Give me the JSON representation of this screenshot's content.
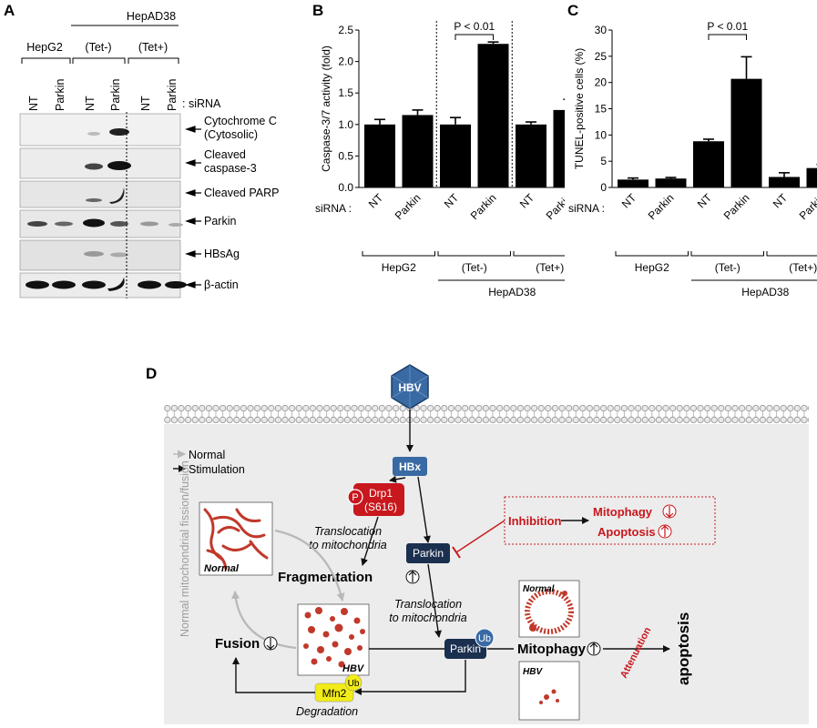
{
  "panels": {
    "a": "A",
    "b": "B",
    "c": "C",
    "d": "D"
  },
  "blot": {
    "cell_line": "HepG2",
    "cell_line_2": "HepAD38",
    "tet_minus": "(Tet-)",
    "tet_plus": "(Tet+)",
    "lanes": [
      "NT",
      "Parkin",
      "NT",
      "Parkin",
      "NT",
      "Parkin"
    ],
    "sirna_label": ": siRNA",
    "bands": [
      {
        "label": "Cytochrome C",
        "label2": "(Cytosolic)"
      },
      {
        "label": "Cleaved",
        "label2": "caspase-3"
      },
      {
        "label": "Cleaved PARP",
        "label2": ""
      },
      {
        "label": "Parkin",
        "label2": ""
      },
      {
        "label": "HBsAg",
        "label2": ""
      },
      {
        "label": "β-actin",
        "label2": ""
      }
    ]
  },
  "chart_data": [
    {
      "type": "bar",
      "ylabel": "Caspase-3/7 activity (fold)",
      "ylim": [
        0,
        2.5
      ],
      "yticks": [
        "0.0",
        "0.5",
        "1.0",
        "1.5",
        "2.0",
        "2.5"
      ],
      "categories": [
        "NT",
        "Parkin",
        "NT",
        "Parkin",
        "NT",
        "Parkin"
      ],
      "values": [
        1.0,
        1.15,
        1.0,
        2.28,
        1.0,
        1.23
      ],
      "errors": [
        0.08,
        0.08,
        0.11,
        0.03,
        0.04,
        0.17
      ],
      "annotation": "P < 0.01",
      "sirna_label": "siRNA :",
      "groups": [
        "HepG2",
        "(Tet-)",
        "(Tet+)"
      ],
      "supergroup": "HepAD38"
    },
    {
      "type": "bar",
      "ylabel": "TUNEL-positive cells (%)",
      "ylim": [
        0,
        30
      ],
      "yticks": [
        "0",
        "5",
        "10",
        "15",
        "20",
        "25",
        "30"
      ],
      "categories": [
        "NT",
        "Parkin",
        "NT",
        "Parkin",
        "NT",
        "Parkin"
      ],
      "values": [
        1.5,
        1.7,
        8.8,
        20.7,
        2.0,
        3.7
      ],
      "errors": [
        0.3,
        0.2,
        0.4,
        4.2,
        0.8,
        0.7
      ],
      "annotation": "P < 0.01",
      "sirna_label": "siRNA :",
      "groups": [
        "HepG2",
        "(Tet-)",
        "(Tet+)"
      ],
      "supergroup": "HepAD38"
    }
  ],
  "diagram": {
    "hbv": "HBV",
    "hbx": "HBx",
    "legend_normal": "Normal",
    "legend_stimulation": "Stimulation",
    "side_label": "Normal mitochondrial fission/fusion",
    "p_badge": "P",
    "drp1": "Drp1",
    "drp1_site": "(S616)",
    "translocation": "Translocation",
    "to_mito": "to mitochondria",
    "fragmentation": "Fragmentation",
    "fusion": "Fusion",
    "normal_img": "Normal",
    "hbv_img": "HBV",
    "parkin": "Parkin",
    "ub": "Ub",
    "mfn2": "Mfn2",
    "degradation": "Degradation",
    "inhibition": "Inhibition",
    "mitophagy": "Mitophagy",
    "apoptosis_box": "Apoptosis",
    "mitophagy_main": "Mitophagy",
    "attenuation": "Attenuation",
    "apoptosis": "apoptosis",
    "colors": {
      "red": "#c8171d",
      "navy": "#1b2f4f",
      "hbx_blue": "#3a6aa3",
      "yellow": "#f2ec18",
      "bg": "#ececec"
    }
  }
}
